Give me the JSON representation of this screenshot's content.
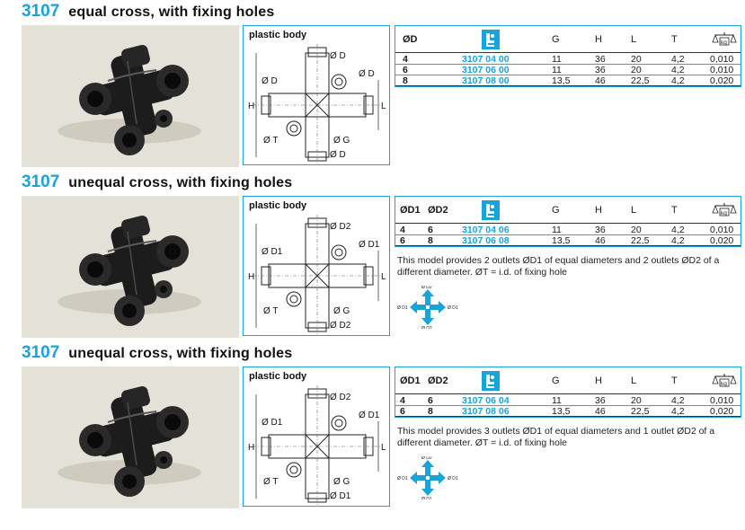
{
  "sections": [
    {
      "code": "3107",
      "title": "equal cross, with fixing holes",
      "diagram_label": "plastic body",
      "diagram_labels": {
        "top": "Ø D",
        "left": "Ø D",
        "right": "Ø D",
        "bottom": "Ø D",
        "t": "Ø T",
        "g": "Ø G",
        "h": "H",
        "l": "L"
      },
      "headers": {
        "d1": "ØD",
        "d2": "",
        "g": "G",
        "h": "H",
        "l": "L",
        "t": "T",
        "w": "kg"
      },
      "rows": [
        {
          "d1": "4",
          "d2": "",
          "part": "3107 04 00",
          "g": "11",
          "h": "36",
          "l": "20",
          "t": "4,2",
          "w": "0,010"
        },
        {
          "d1": "6",
          "d2": "",
          "part": "3107 06 00",
          "g": "11",
          "h": "36",
          "l": "20",
          "t": "4,2",
          "w": "0,010"
        },
        {
          "d1": "8",
          "d2": "",
          "part": "3107 08 00",
          "g": "13,5",
          "h": "46",
          "l": "22,5",
          "t": "4,2",
          "w": "0,020"
        }
      ],
      "note": ""
    },
    {
      "code": "3107",
      "title": "unequal cross, with fixing holes",
      "diagram_label": "plastic body",
      "diagram_labels": {
        "top": "Ø D2",
        "left": "Ø D1",
        "right": "Ø D1",
        "bottom": "Ø D2",
        "t": "Ø T",
        "g": "Ø G",
        "h": "H",
        "l": "L"
      },
      "headers": {
        "d1": "ØD1",
        "d2": "ØD2",
        "g": "G",
        "h": "H",
        "l": "L",
        "t": "T",
        "w": "kg"
      },
      "rows": [
        {
          "d1": "4",
          "d2": "6",
          "part": "3107 04 06",
          "g": "11",
          "h": "36",
          "l": "20",
          "t": "4,2",
          "w": "0,010"
        },
        {
          "d1": "6",
          "d2": "8",
          "part": "3107 06 08",
          "g": "13,5",
          "h": "46",
          "l": "22,5",
          "t": "4,2",
          "w": "0,020"
        }
      ],
      "note": "This model provides 2 outlets ØD1 of equal diameters and 2 outlets ØD2 of a different diameter. ØT = i.d. of fixing hole",
      "flow_labels": {
        "left": "Ø D1",
        "right": "Ø D1",
        "top": "Ø D2",
        "bottom": "Ø D2"
      }
    },
    {
      "code": "3107",
      "title": "unequal cross, with fixing holes",
      "diagram_label": "plastic body",
      "diagram_labels": {
        "top": "Ø D2",
        "left": "Ø D1",
        "right": "Ø D1",
        "bottom": "Ø D1",
        "t": "Ø T",
        "g": "Ø G",
        "h": "H",
        "l": "L"
      },
      "headers": {
        "d1": "ØD1",
        "d2": "ØD2",
        "g": "G",
        "h": "H",
        "l": "L",
        "t": "T",
        "w": "kg"
      },
      "rows": [
        {
          "d1": "4",
          "d2": "6",
          "part": "3107 06 04",
          "g": "11",
          "h": "36",
          "l": "20",
          "t": "4,2",
          "w": "0,010"
        },
        {
          "d1": "6",
          "d2": "8",
          "part": "3107 08 06",
          "g": "13,5",
          "h": "46",
          "l": "22,5",
          "t": "4,2",
          "w": "0,020"
        }
      ],
      "note": "This model provides 3 outlets ØD1 of equal diameters and 1 outlet ØD2 of a different diameter. ØT = i.d. of fixing hole",
      "flow_labels": {
        "left": "Ø D1",
        "right": "Ø D1",
        "top": "Ø D2",
        "bottom": "Ø D1"
      }
    }
  ],
  "colors": {
    "accent": "#1aa3d9",
    "photo_bg": "#e4e2d8",
    "fitting": "#1c1c1c"
  },
  "icons": {
    "catalogue": "part-number-icon",
    "weight": "weight-scale-icon"
  }
}
